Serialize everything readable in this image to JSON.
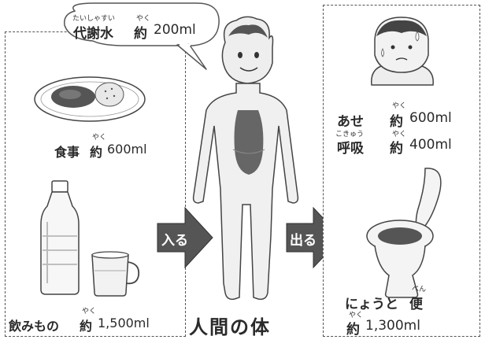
{
  "intake_panel": {
    "metabolic_water": {
      "reading": "たいしゃすい",
      "label": "代謝水",
      "yaku_reading": "やく",
      "yaku": "約",
      "amount": "200ml"
    },
    "food": {
      "label": "食事",
      "yaku_reading": "やく",
      "yaku": "約",
      "amount": "600ml"
    },
    "drinks": {
      "label": "飲みもの",
      "yaku_reading": "やく",
      "yaku": "約",
      "amount": "1,500ml"
    }
  },
  "arrows": {
    "in_label": "入る",
    "out_label": "出る"
  },
  "body_caption": "人間の体",
  "output_panel": {
    "sweat": {
      "label": "あせ",
      "yaku_reading": "やく",
      "yaku": "約",
      "amount": "600ml"
    },
    "breath": {
      "reading": "こきゅう",
      "label": "呼吸",
      "yaku_reading": "やく",
      "yaku": "約",
      "amount": "400ml"
    },
    "excretion": {
      "label_kana": "にょうと",
      "label_kanji": "便",
      "kanji_reading": "べん",
      "yaku_reading": "やく",
      "yaku": "約",
      "amount": "1,300ml"
    }
  },
  "colors": {
    "ink": "#2a2a2a",
    "arrow": "#555555",
    "panel_border": "#555555"
  },
  "icons": [
    "speech-bubble-icon",
    "food-plate-icon",
    "water-bottle-icon",
    "cup-icon",
    "human-body-icon",
    "sweating-boy-icon",
    "toilet-icon",
    "arrow-right-icon"
  ]
}
